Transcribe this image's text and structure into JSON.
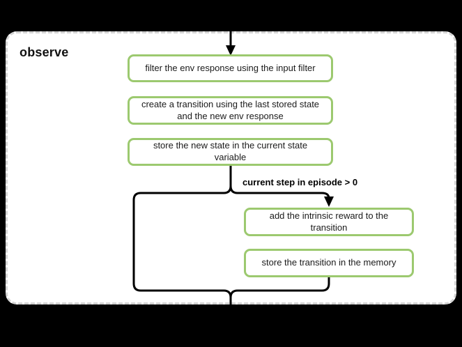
{
  "colors": {
    "background": "#000000",
    "surface": "#ffffff",
    "container_border": "#d4d4d4",
    "node_border_green": "#9cc96f",
    "line": "#000000",
    "text": "#1a1a1a"
  },
  "group": {
    "title": "observe"
  },
  "flow": {
    "nodes": [
      {
        "id": "filter-env-response",
        "label": "filter the env response using the input filter"
      },
      {
        "id": "create-transition",
        "label": "create a transition using the last stored state and the new env response"
      },
      {
        "id": "store-new-state",
        "label": "store the new state in the current state variable"
      },
      {
        "id": "add-intrinsic-reward",
        "label": "add the intrinsic reward to the transition"
      },
      {
        "id": "store-transition",
        "label": "store the transition in the memory"
      }
    ],
    "branch": {
      "condition_label": "current step in episode > 0"
    },
    "icons": {
      "entry_arrow": "arrow-down",
      "branch_arrow": "arrow-down"
    }
  }
}
